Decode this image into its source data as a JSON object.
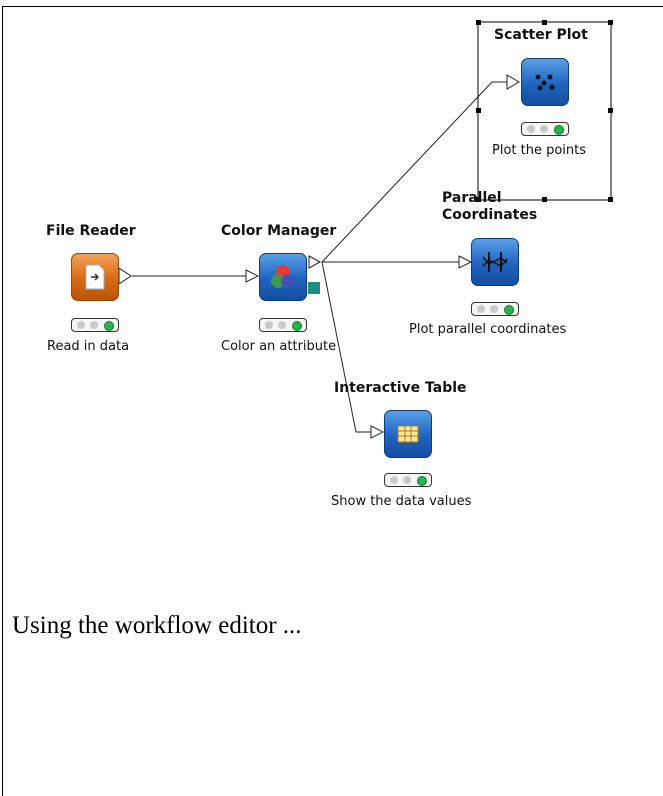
{
  "workflow": {
    "nodes": [
      {
        "id": "file-reader",
        "title": "File Reader",
        "label": "Read in data",
        "color": "orange",
        "icon": "file-arrow-icon"
      },
      {
        "id": "color-manager",
        "title": "Color Manager",
        "label": "Color an attribute",
        "color": "blue",
        "icon": "color-circles-icon"
      },
      {
        "id": "scatter-plot",
        "title": "Scatter Plot",
        "label": "Plot the points",
        "color": "blue",
        "icon": "scatter-points-icon",
        "selected": true
      },
      {
        "id": "parallel-coordinates",
        "title": "Parallel Coordinates",
        "label": "Plot parallel coordinates",
        "color": "blue",
        "icon": "parallel-lines-icon"
      },
      {
        "id": "interactive-table",
        "title": "Interactive Table",
        "label": "Show the data values",
        "color": "blue",
        "icon": "table-grid-icon"
      }
    ],
    "status_lights": [
      "gray",
      "gray",
      "green"
    ]
  },
  "caption": "Using the workflow editor ...",
  "colors": {
    "node_orange": "#d56a12",
    "node_blue": "#1e63c1",
    "status_green": "#23b64a",
    "status_gray": "#c9c9c9",
    "model_port": "#1a8f85"
  }
}
